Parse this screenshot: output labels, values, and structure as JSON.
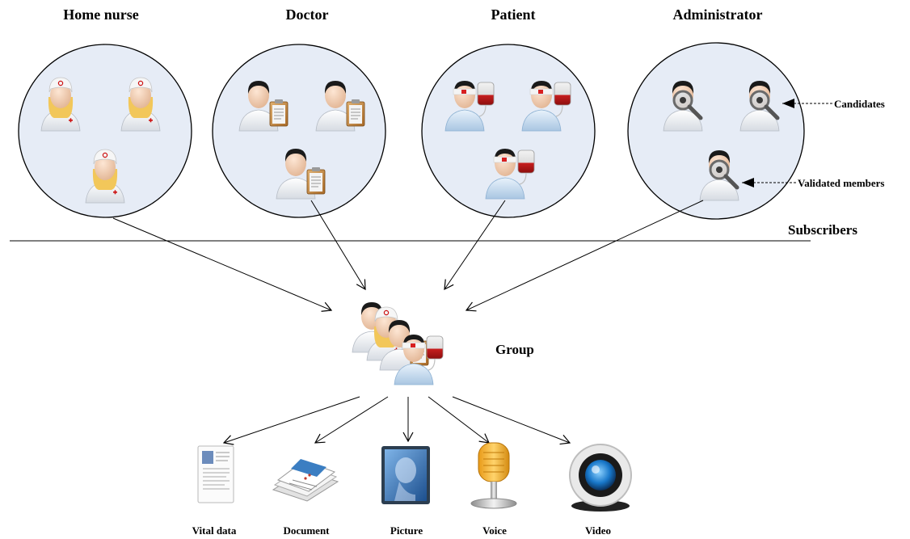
{
  "roles": [
    {
      "title": "Home nurse",
      "kind": "nurse"
    },
    {
      "title": "Doctor",
      "kind": "doctor"
    },
    {
      "title": "Patient",
      "kind": "patient"
    },
    {
      "title": "Administrator",
      "kind": "admin"
    }
  ],
  "annotations": {
    "candidates": "Candidates",
    "validated": "Validated members",
    "subscribers": "Subscribers"
  },
  "group": {
    "label": "Group"
  },
  "media": [
    {
      "label": "Vital data",
      "icon": "vital-data-icon"
    },
    {
      "label": "Document",
      "icon": "document-icon"
    },
    {
      "label": "Picture",
      "icon": "picture-icon"
    },
    {
      "label": "Voice",
      "icon": "voice-icon"
    },
    {
      "label": "Video",
      "icon": "video-icon"
    }
  ],
  "colors": {
    "circle_fill": "#e6ecf6",
    "line": "#000000"
  }
}
